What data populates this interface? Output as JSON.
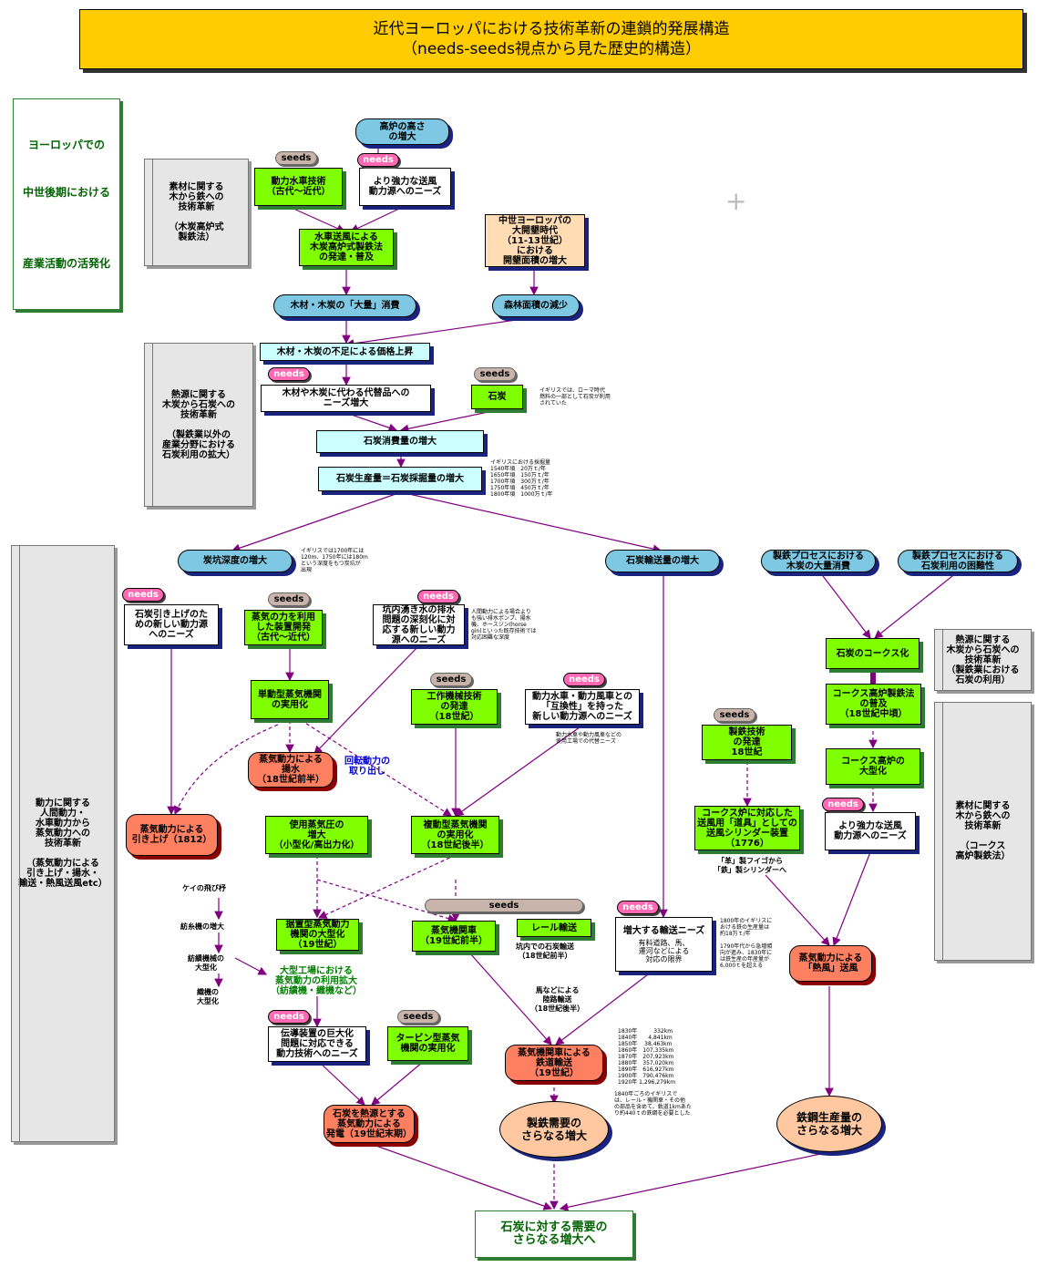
{
  "title": {
    "line1": "近代ヨーロッパにおける技術革新の連鎖的発展構造",
    "line2": "（needs-seeds視点から見た歴史的構造）"
  },
  "badges": {
    "needs": "needs",
    "seeds": "seeds"
  },
  "left_panel": "ヨーロッパでの\n\n中世後期における\n\n\n産業活動の活発化",
  "side_labels": {
    "s1": "素材に関する\n木から鉄への\n技術革新\n\n（木炭高炉式\n製鉄法）",
    "s2": "熱源に関する\n木炭から石炭への\n技術革新\n\n（製鉄業以外の\n産業分野における\n石炭利用の拡大）",
    "s3": "動力に関する\n人間動力・\n水車動力から\n蒸気動力への\n技術革新\n\n（蒸気動力による\n引き上げ・揚水・\n輸送・熱風送風etc）",
    "s4": "熱源に関する\n木炭から石炭への\n技術革新\n（製鉄業における\n石炭の利用）",
    "s5": "素材に関する\n木から鉄への\n技術革新\n\n（コークス\n高炉製鉄法）"
  },
  "nodes": {
    "n_koro": "高炉の高さ\nの増大",
    "n_suisha": "動力水車技術\n（古代～近代）",
    "n_souhu": "より強力な送風\n動力源へのニーズ",
    "n_mokutan": "水車送風による\n木炭高炉式製鉄法\nの発達・普及",
    "n_kaikon": "中世ヨーロッパの\n大開墾時代\n（11-13世紀）\nにおける\n開墾面積の増大",
    "n_taiyo": "木材・木炭の「大量」消費",
    "n_shinrin": "森林面積の減少",
    "n_kakaku": "木材・木炭の不足による価格上昇",
    "n_daitai": "木材や木炭に代わる代替品への\nニーズ増大",
    "n_sekitan": "石炭",
    "n_shohi": "石炭消費量の増大",
    "n_seisan": "石炭生産量＝石炭採掘量の増大",
    "n_shindo": "炭坑深度の増大",
    "n_yuso": "石炭輸送量の増大",
    "n_mokutan2": "製鉄プロセスにおける\n木炭の大量消費",
    "n_konnan": "製鉄プロセスにおける\n石炭利用の困難性",
    "n_hikiage": "石炭引き上げのた\nめの新しい動力源\nへのニーズ",
    "n_jokiriyo": "蒸気の力を利用\nした装置開発\n（古代～近代）",
    "n_haisui": "坑内湧き水の排水\n問題の深刻化に対\n応する新しい動力\n源へのニーズ",
    "n_coke": "石炭のコークス化",
    "n_tando": "単動型蒸気機関\nの実用化",
    "n_kousaku": "工作機械技術\nの発達\n（18世紀）",
    "n_gokan": "動力水車・動力風車との\n「互換性」を持った\n新しい動力源へのニーズ",
    "n_cokeho": "コークス高炉製鉄法\nの普及\n（18世紀中頃）",
    "n_seitetsu": "製鉄技術\nの発達\n18世紀",
    "n_yosui": "蒸気動力による\n揚水\n（18世紀前半）",
    "n_kaiten": "回転動力の\n取り出し",
    "n_cokedai": "コークス高炉の\n大型化",
    "n_hikiage2": "蒸気動力による\n引き上げ（1812）",
    "n_atsu": "使用蒸気圧の\n増大\n（小型化/高出力化）",
    "n_fukudo": "複動型蒸気機関\nの実用化\n（18世紀後半）",
    "n_cylinder": "コークス炉に対応した\n送風用「道具」としての\n送風シリンダー装置\n（1776）",
    "n_souhu2": "より強力な送風\n動力源へのニーズ",
    "n_suechi": "据置型蒸気動力\n機関の大型化\n（19世紀）",
    "n_jokisha": "蒸気機関車\n（19世紀前半）",
    "n_rail": "レール輸送",
    "n_yusoneeds": "増大する輸送ニーズ",
    "n_yusoneeds_sub": "有料道路、馬、\n運河などによる\n対応の限界",
    "n_neppu": "蒸気動力による\n「熱風」送風",
    "n_kojo": "大型工場における\n蒸気動力の利用拡大\n（紡績機・織機など）",
    "n_dendo": "伝導装置の巨大化\n問題に対応できる\n動力技術へのニーズ",
    "n_turbine": "タービン型蒸気\n機関の実用化",
    "n_tetsudo": "蒸気機関車による\n鉄道輸送\n（19世紀）",
    "n_hatsuden": "石炭を熱源とする\n蒸気動力による\n発電（19世紀末期）",
    "n_seitetsujuyo": "製鉄需要の\nさらなる増大",
    "n_tekko": "鉄鋼生産量の\nさらなる増大",
    "n_final": "石炭に対する需要の\nさらなる増大へ"
  },
  "labels": {
    "l_kei": "ケイの飛び杼",
    "l_boseki": "紡糸機の増大",
    "l_bosekiki": "紡績機械の\n大型化",
    "l_shokki": "織機の\n大型化",
    "l_konai": "坑内での石炭輸送\n（18世紀前半）",
    "l_uma": "馬などによる\n陸路輸送\n（18世紀後半）",
    "l_tetsu": "「革」製フイゴから\n「鉄」製シリンダーへ"
  },
  "notes": {
    "t_sekitan": "イギリスでは、ローマ時代\n燃料の一部として石炭が利用\nされていた",
    "t_seisan": "イギリスにおける採掘量\n1540年頃　20万ｔ/年\n1650年頃　150万ｔ/年\n1700年頃　300万ｔ/年\n1750年頃　450万ｔ/年\n1800年頃　1000万ｔ/年",
    "t_shindo": "イギリスでは1700年には\n120m、1750年には180m\nという深度をもつ炭坑が\n出現",
    "t_haisui": "人間動力による場合より\nも強い排水ポンプ、揚水\n機、ホースジン(horse\ngin)といった既存技術では\n対応困難な深度",
    "t_gokan": "動力水車や動力風車などの\n使用工場での代替ニーズ",
    "t_1800": "1800年のイギリスに\nおける鉄の生産量は\n約18万ｔ/年\n\n1790年代から急増傾\n向が進み、1830年に\nは鉄生産の年産量が\n6,000ｔを超える",
    "t_rail": "1830年　　　332km\n1840年　　4,841km\n1850年　 38,463km\n1860年　107,335km\n1870年　207,923km\n1880年　357,020km\n1890年　616,927km\n1900年　790,476km\n1920年 1,296,279km",
    "t_1840": "1840年ごろのイギリスで\nは、レール・機関車・その他\nの部品を含めて、軌道1kmあた\nり約440ｔの鉄鋼を必要とした"
  }
}
